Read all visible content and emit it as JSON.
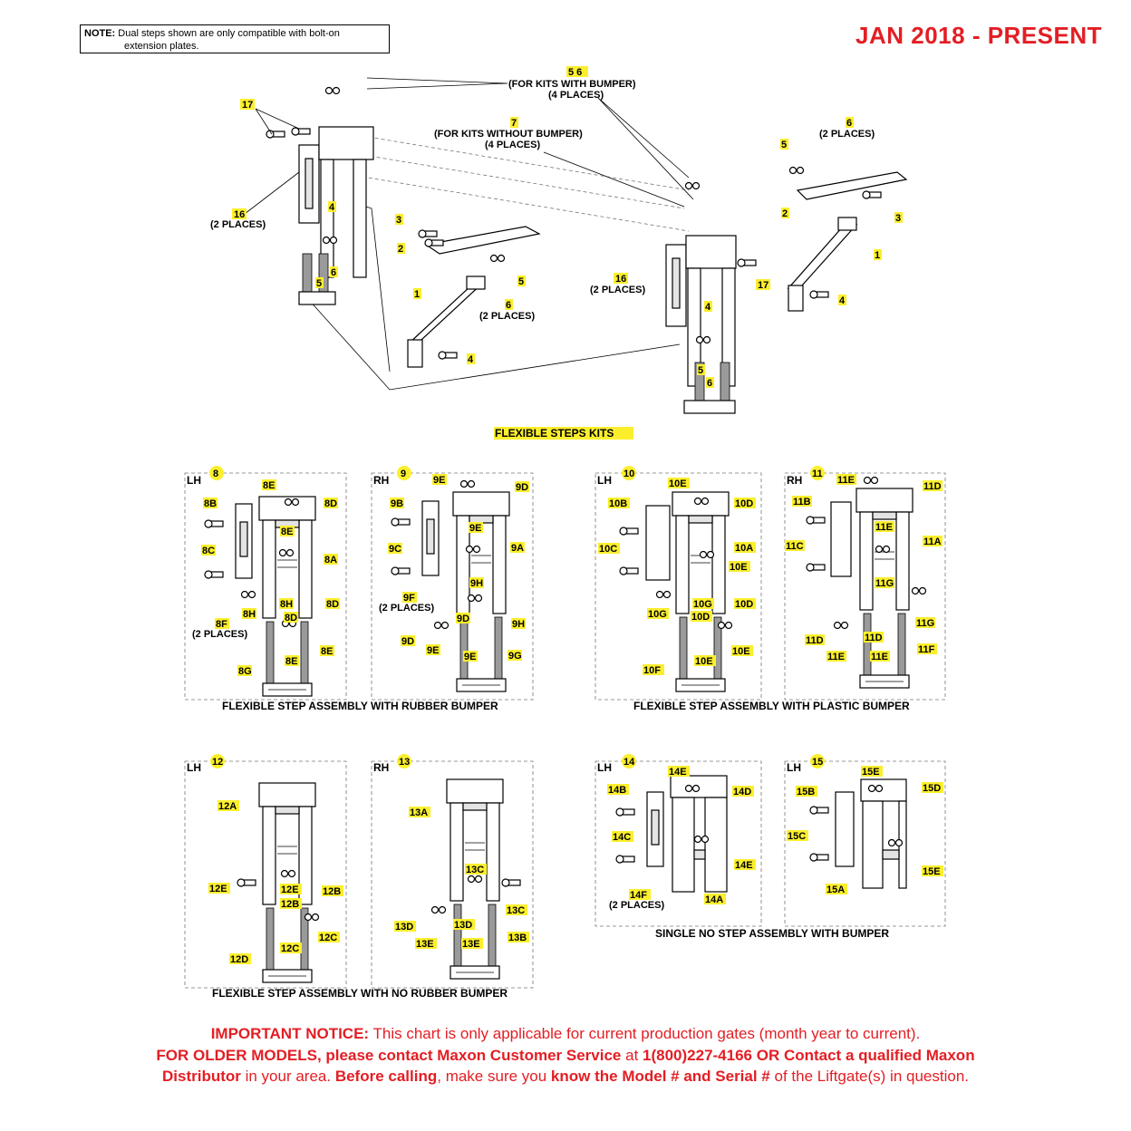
{
  "note": {
    "label": "NOTE:",
    "line1": "Dual steps shown are only compatible with bolt-on",
    "line2": "extension plates."
  },
  "date_range": "JAN 2018 - PRESENT",
  "kits_title": "FLEXIBLE STEPS KITS",
  "callouts": {
    "top": [
      {
        "id": "c-17a",
        "text": "17"
      },
      {
        "id": "c-16a",
        "text": "16"
      },
      {
        "id": "c-16a-places",
        "text": "(2 PLACES)"
      },
      {
        "id": "c-4a",
        "text": "4"
      },
      {
        "id": "c-5a",
        "text": "5"
      },
      {
        "id": "c-6a",
        "text": "6"
      },
      {
        "id": "c-56",
        "text": "5 6"
      },
      {
        "id": "c-56-note",
        "text": "(FOR KITS WITH BUMPER)"
      },
      {
        "id": "c-56-places",
        "text": "(4 PLACES)"
      },
      {
        "id": "c-7",
        "text": "7"
      },
      {
        "id": "c-7-note",
        "text": "(FOR KITS WITHOUT BUMPER)"
      },
      {
        "id": "c-7-places",
        "text": "(4 PLACES)"
      },
      {
        "id": "c-3a",
        "text": "3"
      },
      {
        "id": "c-2a",
        "text": "2"
      },
      {
        "id": "c-5b",
        "text": "5"
      },
      {
        "id": "c-1a",
        "text": "1"
      },
      {
        "id": "c-6b",
        "text": "6"
      },
      {
        "id": "c-6b-places",
        "text": "(2 PLACES)"
      },
      {
        "id": "c-4b",
        "text": "4"
      },
      {
        "id": "c-16b",
        "text": "16"
      },
      {
        "id": "c-16b-places",
        "text": "(2 PLACES)"
      },
      {
        "id": "c-4c",
        "text": "4"
      },
      {
        "id": "c-17b",
        "text": "17"
      },
      {
        "id": "c-5c",
        "text": "5"
      },
      {
        "id": "c-6c",
        "text": "6"
      },
      {
        "id": "c-6d",
        "text": "6"
      },
      {
        "id": "c-6d-places",
        "text": "(2 PLACES)"
      },
      {
        "id": "c-5d",
        "text": "5"
      },
      {
        "id": "c-2b",
        "text": "2"
      },
      {
        "id": "c-3b",
        "text": "3"
      },
      {
        "id": "c-1b",
        "text": "1"
      },
      {
        "id": "c-4d",
        "text": "4"
      }
    ]
  },
  "panels": {
    "p8": {
      "side": "LH",
      "num": "8",
      "labels": [
        "8E",
        "8B",
        "8D",
        "8E",
        "8C",
        "8A",
        "8H",
        "8D",
        "8F",
        "(2 PLACES)",
        "8H",
        "8D",
        "8E",
        "8G",
        "8E"
      ]
    },
    "p9": {
      "side": "RH",
      "num": "9",
      "labels": [
        "9E",
        "9D",
        "9B",
        "9E",
        "9A",
        "9C",
        "9H",
        "9F",
        "(2 PLACES)",
        "9H",
        "9D",
        "9D",
        "9E",
        "9E",
        "9G"
      ]
    },
    "p10": {
      "side": "LH",
      "num": "10",
      "labels": [
        "10E",
        "10B",
        "10D",
        "10C",
        "10A",
        "10E",
        "10G",
        "10D",
        "10G",
        "10D",
        "10E",
        "10E",
        "10F"
      ]
    },
    "p11": {
      "side": "RH",
      "num": "11",
      "labels": [
        "11E",
        "11D",
        "11B",
        "11E",
        "11A",
        "11C",
        "11G",
        "11G",
        "11D",
        "11D",
        "11E",
        "11E",
        "11F"
      ]
    },
    "p12": {
      "side": "LH",
      "num": "12",
      "labels": [
        "12A",
        "12E",
        "12E",
        "12B",
        "12B",
        "12C",
        "12C",
        "12D"
      ]
    },
    "p13": {
      "side": "RH",
      "num": "13",
      "labels": [
        "13A",
        "13C",
        "13C",
        "13D",
        "13D",
        "13E",
        "13E",
        "13B"
      ]
    },
    "p14": {
      "side": "LH",
      "num": "14",
      "labels": [
        "14E",
        "14B",
        "14D",
        "14C",
        "14E",
        "14F",
        "(2 PLACES)",
        "14A"
      ]
    },
    "p15": {
      "side": "LH",
      "num": "15",
      "labels": [
        "15E",
        "15B",
        "15D",
        "15C",
        "15E",
        "15A"
      ]
    }
  },
  "section_titles": {
    "rubber": "FLEXIBLE STEP ASSEMBLY WITH RUBBER BUMPER",
    "plastic": "FLEXIBLE STEP ASSEMBLY WITH PLASTIC BUMPER",
    "no_rubber": "FLEXIBLE STEP ASSEMBLY WITH NO RUBBER BUMPER",
    "single": "SINGLE NO STEP ASSEMBLY WITH BUMPER"
  },
  "notice": {
    "l1_bold": "IMPORTANT NOTICE:",
    "l1_rest": " This chart is only applicable for current production gates (month year to current).",
    "l2_bold": "FOR OLDER MODELS, please contact Maxon Customer Service",
    "l2_mid": " at ",
    "l2_bold2": "1(800)227-4166 OR Contact a qualified Maxon",
    "l3_bold": "Distributor",
    "l3_mid": " in your area. ",
    "l3_bold2": "Before calling",
    "l3_mid2": ", make sure you ",
    "l3_bold3": "know the Model # and Serial #",
    "l3_rest": " of the Liftgate(s) in question."
  },
  "colors": {
    "accent_red": "#e31e24",
    "highlight_yellow": "#fbef2d"
  }
}
